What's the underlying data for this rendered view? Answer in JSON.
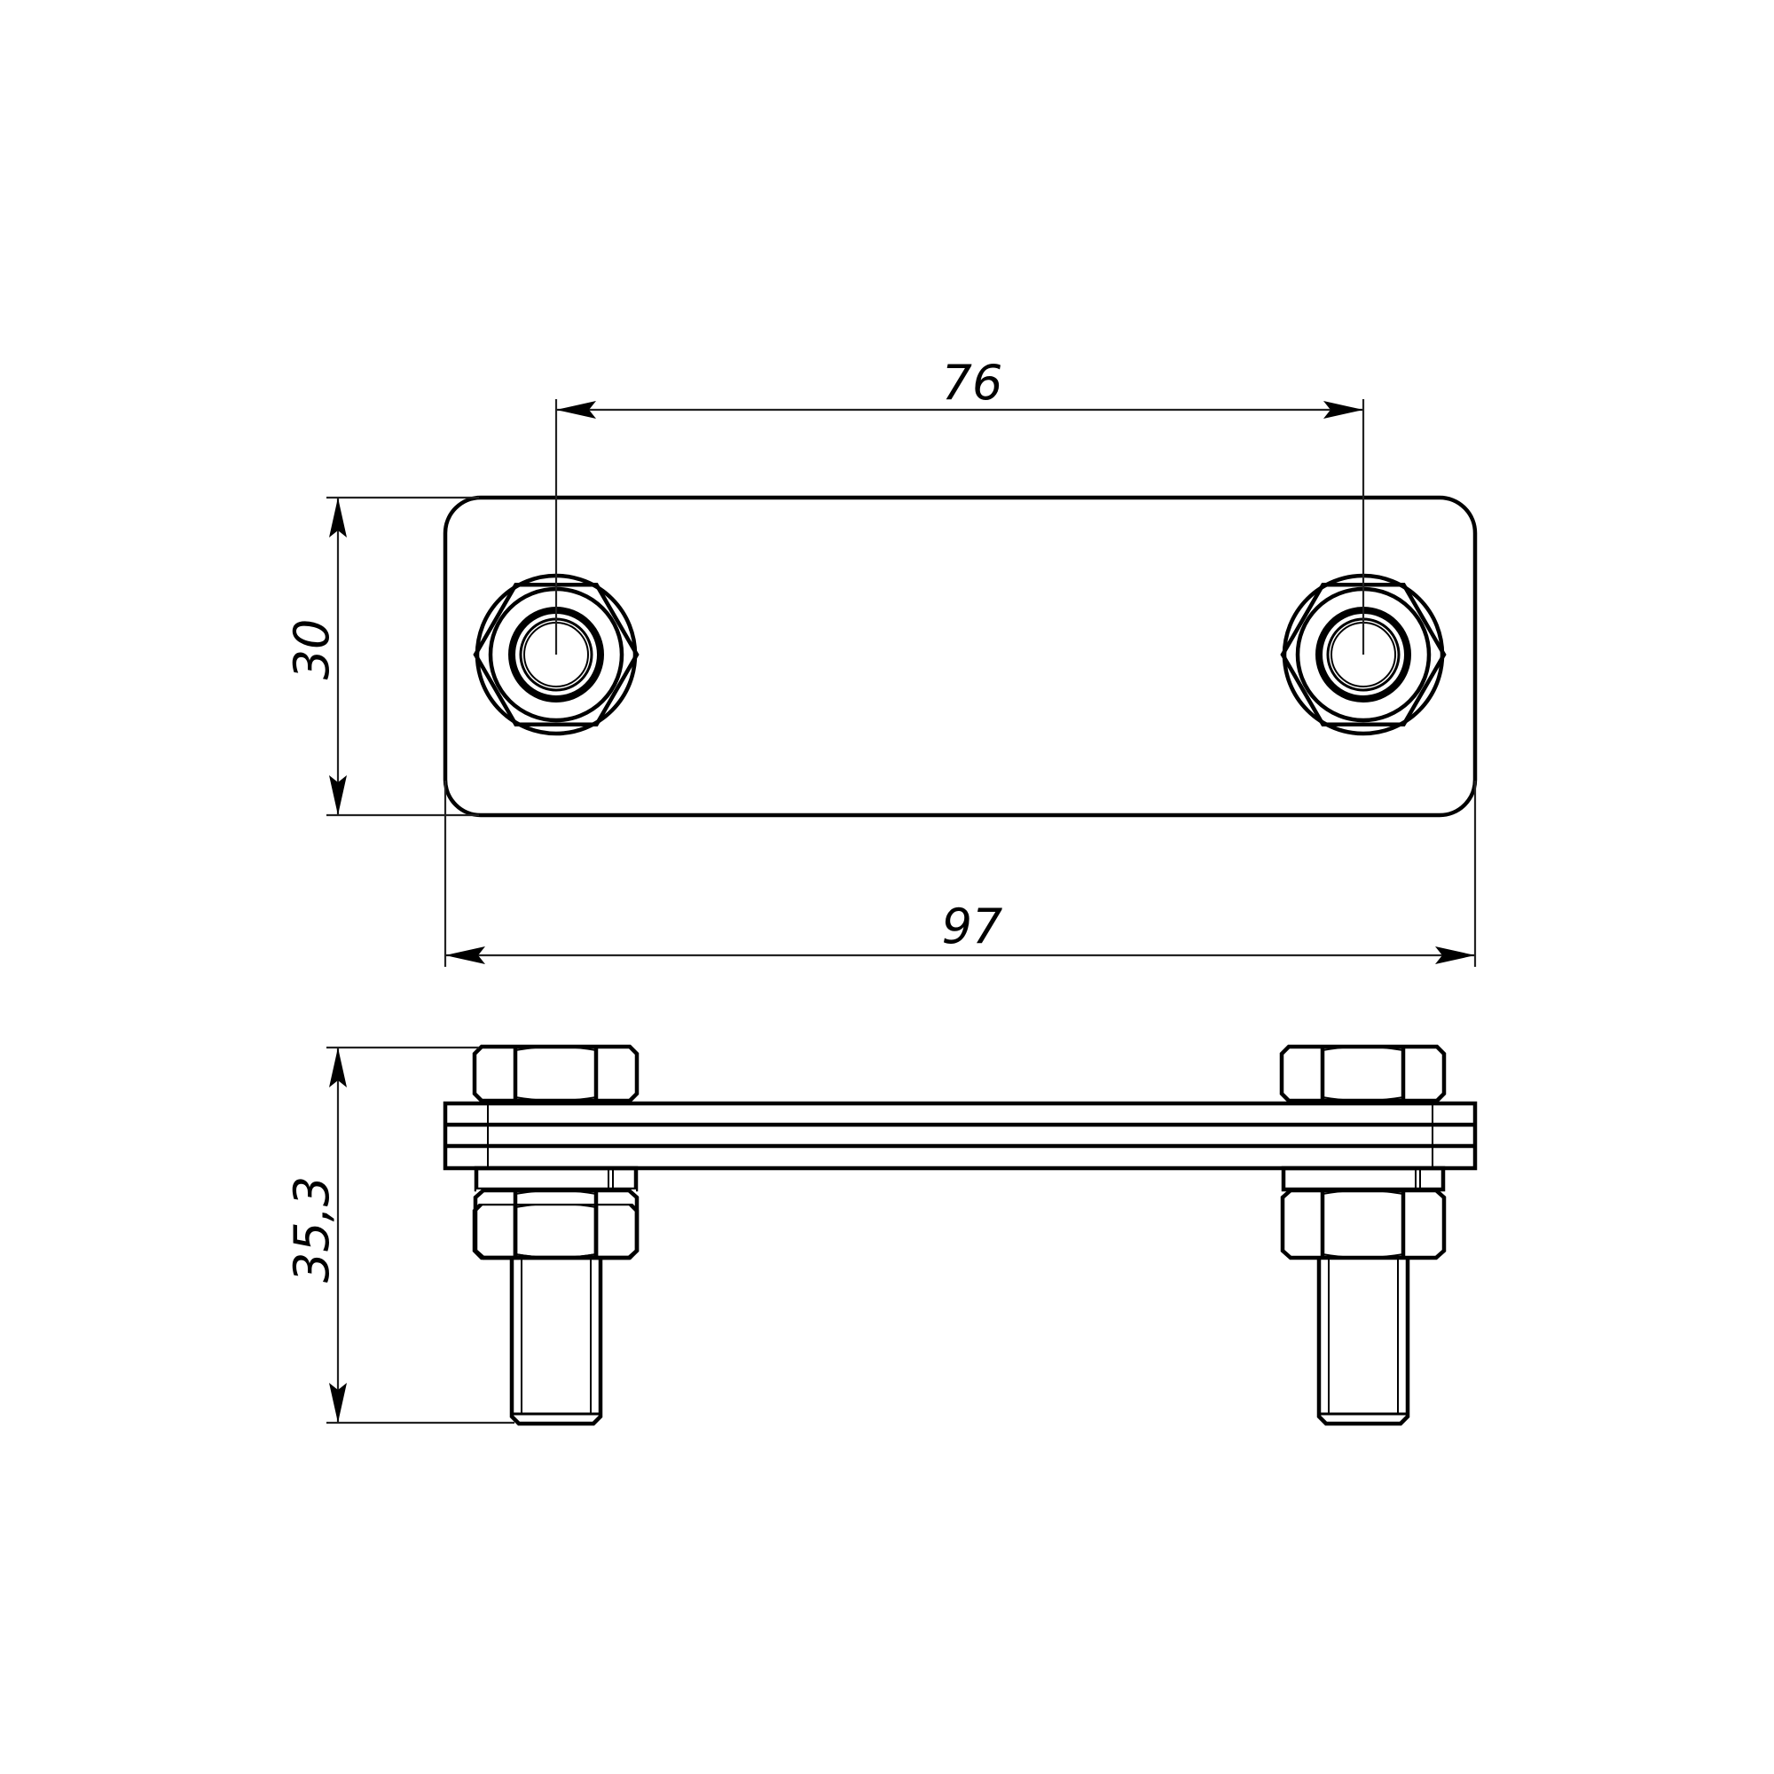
{
  "drawing": {
    "title": "Connecting plate with two bolts — top view and side view",
    "line_color": "#000000",
    "background": "#ffffff"
  },
  "dimensions": {
    "bolt_spacing": "76",
    "plate_width_height": "30",
    "plate_length": "97",
    "assembly_height": "35,3"
  },
  "views": [
    {
      "name": "top-view",
      "parts": [
        "plate",
        "left-nut",
        "right-nut"
      ]
    },
    {
      "name": "side-view",
      "parts": [
        "plate-stack",
        "left-bolt-assembly",
        "right-bolt-assembly"
      ]
    }
  ]
}
